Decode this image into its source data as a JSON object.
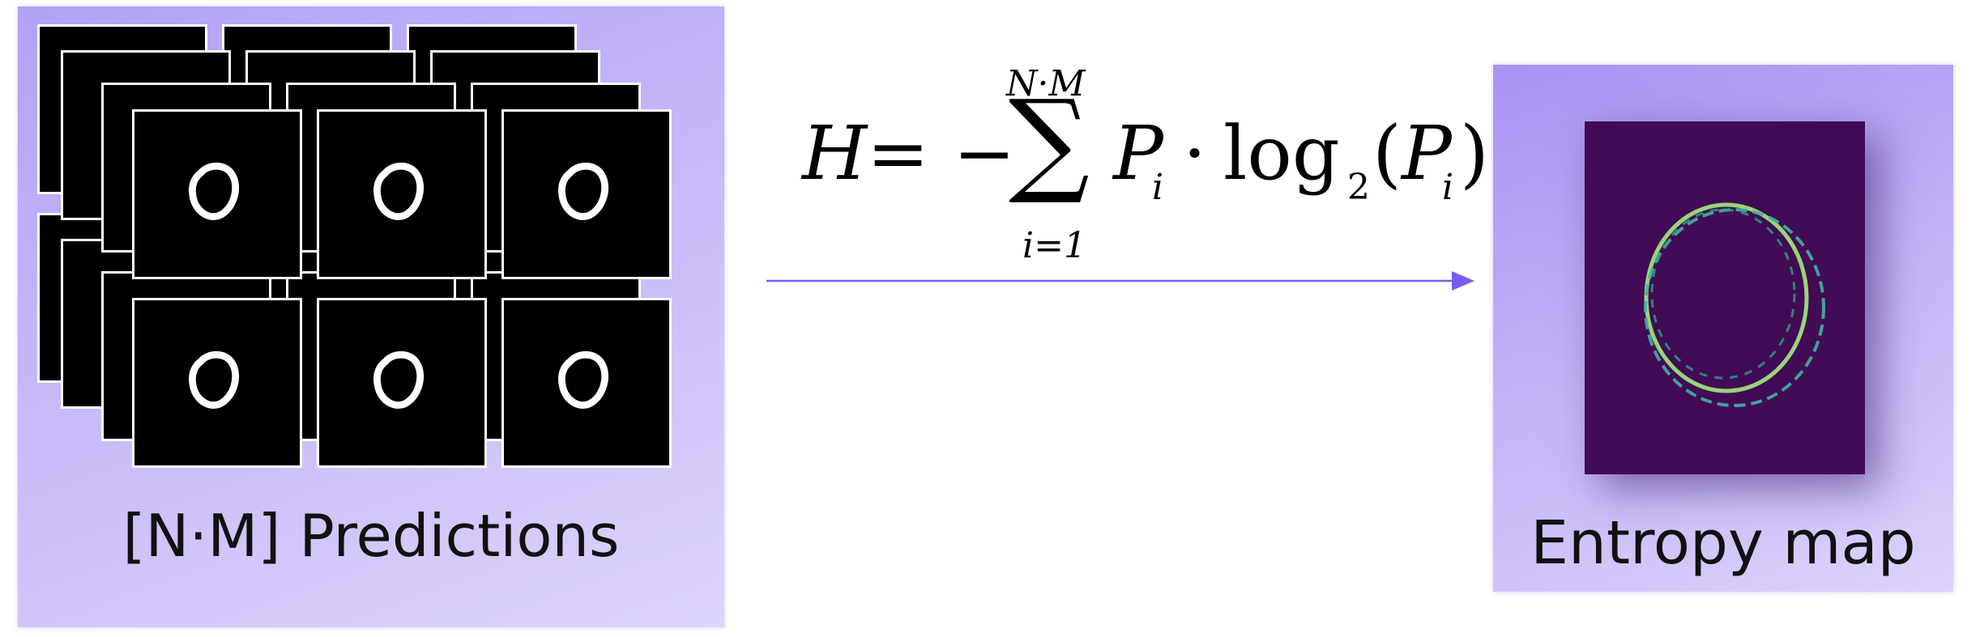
{
  "left_panel": {
    "label": "[N·M] Predictions",
    "background_colors": [
      "#b3a0f6",
      "#ddd4fb"
    ]
  },
  "formula": {
    "lhs": "H",
    "equals_minus": "= −",
    "sum_symbol": "∑",
    "upper_limit": "N·M",
    "lower_limit": "i=1",
    "term": "P",
    "term_subscript": "i",
    "dot": "·",
    "log": "log",
    "log_base": "2",
    "open_paren": "(",
    "inner": "P",
    "inner_subscript": "i",
    "close_paren": ")"
  },
  "arrow": {
    "color": "#7b5cf0"
  },
  "right_panel": {
    "label": "Entropy map",
    "image_background": "#420b55",
    "ring_color": "#9de07a"
  }
}
